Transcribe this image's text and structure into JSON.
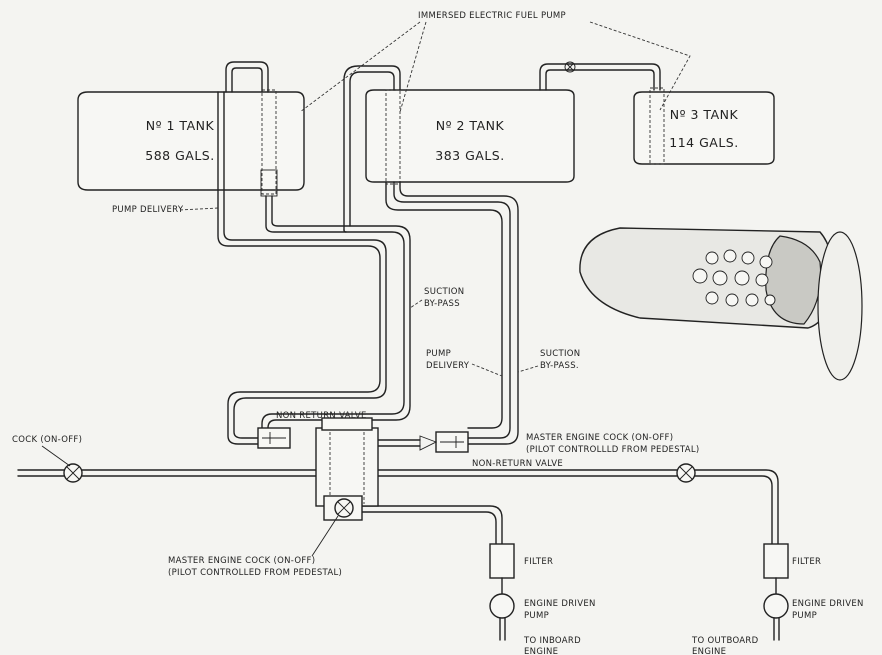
{
  "labels": {
    "pump_title": "IMMERSED ELECTRIC FUEL PUMP",
    "tank1_name": "Nº 1 TANK",
    "tank1_cap": "588 GALS.",
    "tank2_name": "Nº 2 TANK",
    "tank2_cap": "383 GALS.",
    "tank3_name": "Nº 3 TANK",
    "tank3_cap": "114 GALS.",
    "pump_delivery_left": "PUMP DELIVERY",
    "suction_bypass_1a": "SUCTION",
    "suction_bypass_1b": "BY-PASS",
    "pump_delivery_mid_a": "PUMP",
    "pump_delivery_mid_b": "DELIVERY",
    "suction_bypass_2a": "SUCTION",
    "suction_bypass_2b": "BY-PASS.",
    "non_return_1": "NON RETURN VALVE",
    "non_return_2": "NON-RETURN VALVE",
    "cock": "COCK (ON-OFF)",
    "master_cock_right_a": "MASTER ENGINE COCK (ON-OFF)",
    "master_cock_right_b": "(PILOT CONTROLLLD FROM PEDESTAL)",
    "master_cock_left_a": "MASTER ENGINE COCK (ON-OFF)",
    "master_cock_left_b": "(PILOT CONTROLLED FROM PEDESTAL)",
    "filter_1": "FILTER",
    "filter_2": "FILTER",
    "edp1_a": "ENGINE DRIVEN",
    "edp1_b": "PUMP",
    "edp2_a": "ENGINE DRIVEN",
    "edp2_b": "PUMP",
    "inboard_a": "TO INBOARD",
    "inboard_b": "ENGINE",
    "outboard_a": "TO OUTBOARD",
    "outboard_b": "ENGINE"
  }
}
